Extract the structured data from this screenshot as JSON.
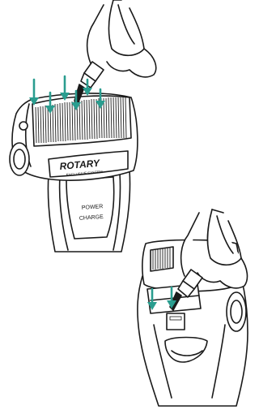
{
  "colors": {
    "ink": "#1a1a1a",
    "arrow": "#2a9d8f",
    "paper": "#ffffff"
  },
  "top_illustration": {
    "brand_label": "ROTARY",
    "brand_sublabel": "EXCLUSIVE SYSTEM",
    "button_label_1": "POWER",
    "button_label_2": "CHARGE"
  },
  "bottom_illustration": {
    "arrow_count": 2
  },
  "icons": [
    "down-arrow-icon",
    "cleaning-brush-icon",
    "hand-icon"
  ]
}
